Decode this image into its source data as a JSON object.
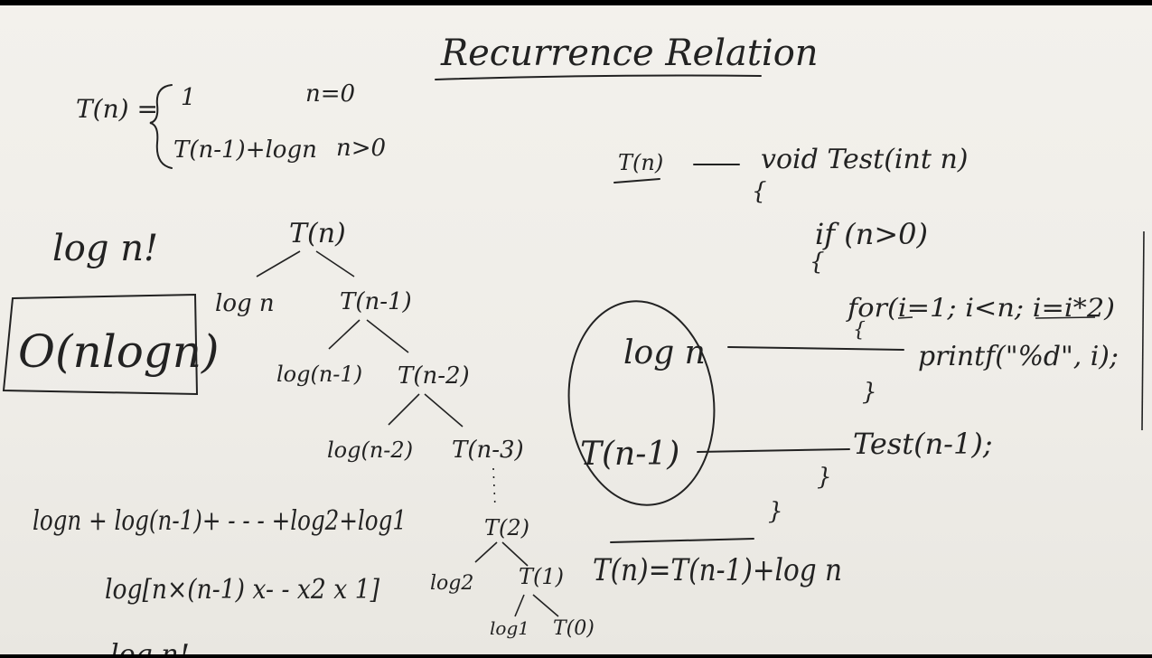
{
  "title": "Recurrence Relation",
  "recurrence_def": {
    "lhs": "T(n) =",
    "case1_expr": "1",
    "case1_cond": "n=0",
    "case2_expr": "T(n-1)+logn",
    "case2_cond": "n>0"
  },
  "result": {
    "log_n_fact": "log n!",
    "big_o": "O(nlogn)"
  },
  "tree": {
    "root": "T(n)",
    "l1_left": "log n",
    "l1_right": "T(n-1)",
    "l2_left": "log(n-1)",
    "l2_right": "T(n-2)",
    "l3_left": "log(n-2)",
    "l3_right": "T(n-3)",
    "t2": "T(2)",
    "log2": "log2",
    "t1": "T(1)",
    "log1": "log1",
    "t0": "T(0)"
  },
  "sum": {
    "line1": "logn + log(n-1)+ - - - +log2+log1",
    "line2": "log[n×(n-1) x- - x2 x 1]",
    "line3": "log n!"
  },
  "code": {
    "tn_label": "T(n)",
    "signature": "void Test(int n)",
    "brace_open": "{",
    "if_line": "if (n>0)",
    "brace_open2": "{",
    "for_line": "for(i=1; i<n; i=i*2)",
    "brace_open3": "{",
    "printf_line": "printf(\"%d\", i);",
    "brace_close3": "}",
    "call_line": "Test(n-1);",
    "brace_close2": "}",
    "brace_close1": "}"
  },
  "circled": {
    "top": "log n",
    "bottom": "T(n-1)"
  },
  "final_relation": "T(n)=T(n-1)+log n"
}
